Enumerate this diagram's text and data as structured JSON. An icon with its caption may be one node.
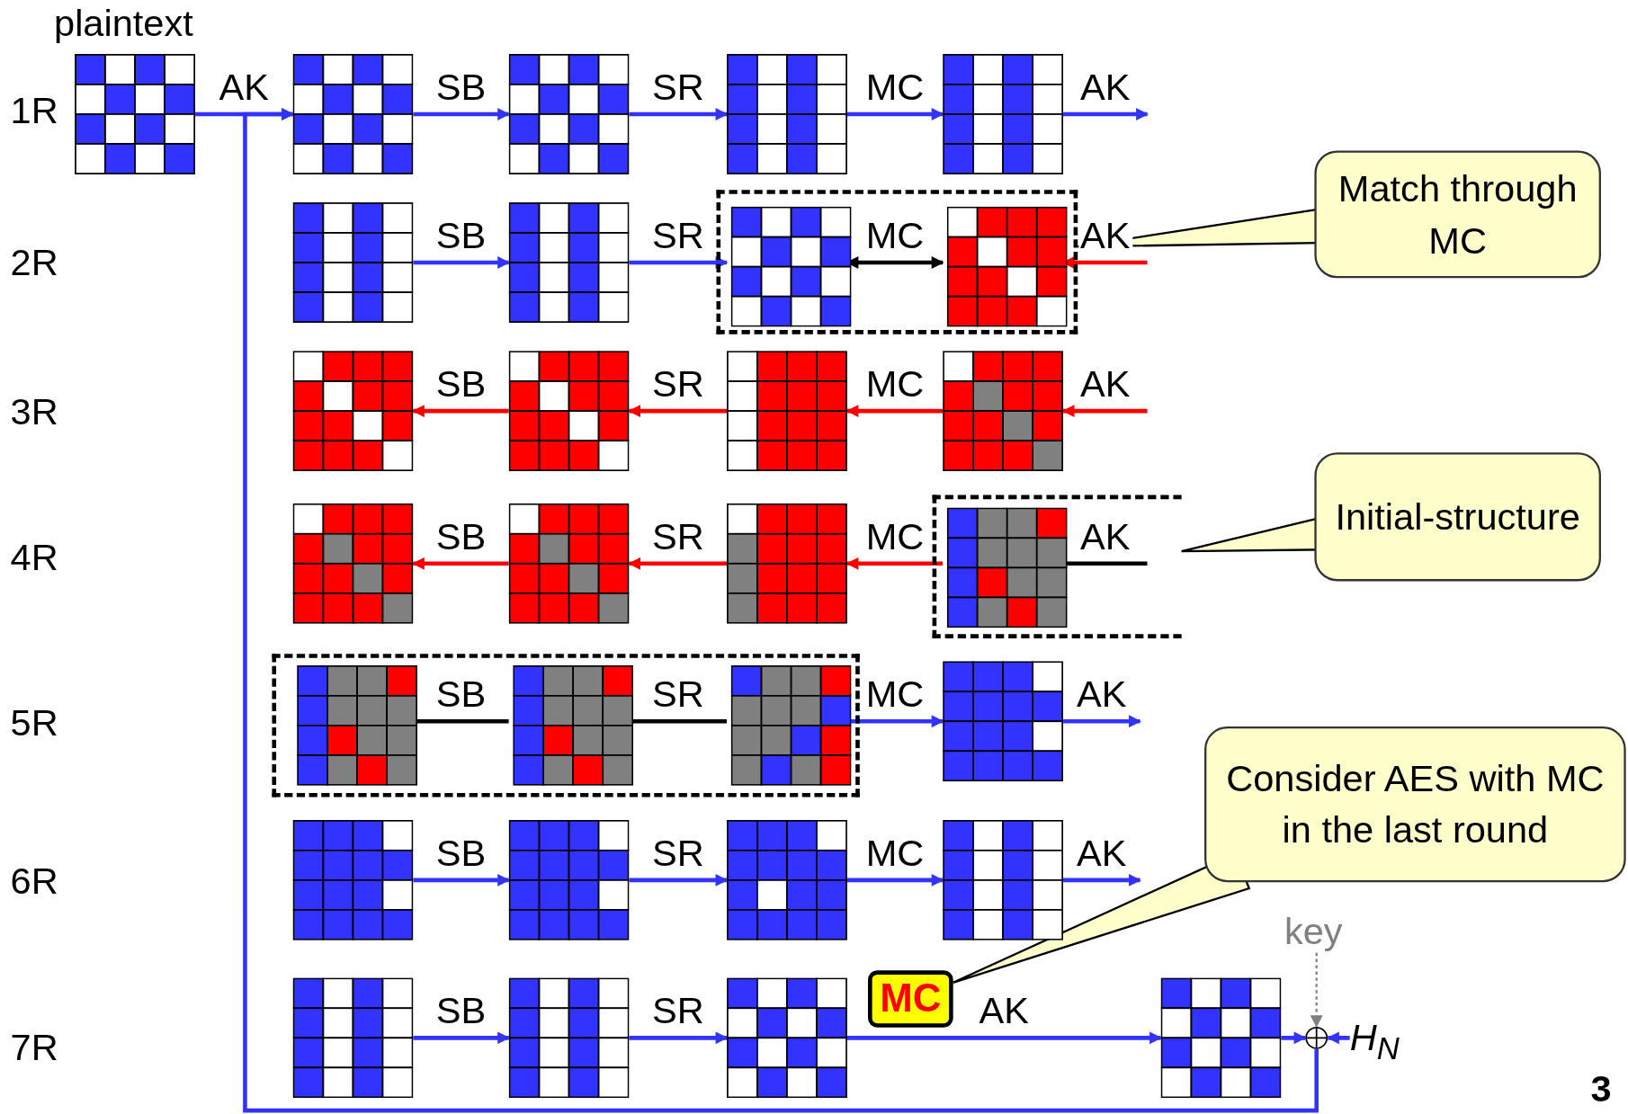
{
  "diagram": {
    "nodes": [
      {
        "text": [],
        "shape": "box",
        "beside": [
          "plaintext"
        ]
      },
      {
        "text": [],
        "shape": "box"
      },
      {
        "text": [],
        "shape": "box"
      },
      {
        "text": [],
        "shape": "box"
      },
      {
        "text": [],
        "shape": "box"
      },
      {
        "text": [],
        "shape": "box"
      },
      {
        "text": [],
        "shape": "box"
      },
      {
        "text": [],
        "shape": "box"
      },
      {
        "text": [],
        "shape": "box",
        "in": 7
      },
      {
        "text": [],
        "shape": "box",
        "in": 7
      },
      {
        "text": [
          "Match through MC"
        ]
      },
      {
        "text": [],
        "shape": "box"
      },
      {
        "text": [],
        "shape": "box"
      },
      {
        "text": [],
        "shape": "box"
      },
      {
        "text": [],
        "shape": "box"
      },
      {
        "text": [],
        "shape": "box"
      },
      {
        "text": [],
        "shape": "box"
      },
      {
        "text": [],
        "shape": "box"
      },
      {
        "text": [],
        "shape": "box"
      },
      {
        "text": [],
        "shape": "box",
        "in": 18
      },
      {
        "text": [
          "Initial-structure"
        ]
      },
      {
        "text": [],
        "shape": "box"
      },
      {
        "text": [],
        "shape": "box",
        "in": 21
      },
      {
        "text": [],
        "shape": "box",
        "in": 21
      },
      {
        "text": [],
        "shape": "box",
        "in": 21
      },
      {
        "text": [],
        "shape": "box"
      },
      {
        "text": [
          "Consider AES with MC in the last round"
        ]
      },
      {
        "text": [],
        "shape": "box"
      },
      {
        "text": [],
        "shape": "box"
      },
      {
        "text": [],
        "shape": "box"
      },
      {
        "text": [],
        "shape": "box"
      },
      {
        "text": [],
        "shape": "box"
      },
      {
        "text": [],
        "shape": "box"
      },
      {
        "text": [],
        "shape": "box"
      },
      {
        "text": [
          "MC"
        ]
      },
      {
        "text": [
          "key"
        ]
      },
      {
        "text": [],
        "shape": "box"
      },
      {
        "text": [],
        "shape": "circle"
      },
      {
        "text": [
          "H$_{N}$"
        ]
      }
    ],
    "edges": [
      {
        "from": 0,
        "to": 1,
        "arrow": "to",
        "label": "AK"
      },
      {
        "from": 1,
        "to": 2,
        "arrow": "to",
        "label": "SB"
      },
      {
        "from": 2,
        "to": 3,
        "arrow": "to",
        "label": "SR"
      },
      {
        "from": 3,
        "to": 4,
        "arrow": "to",
        "label": "MC"
      },
      {
        "from": 4,
        "to": null,
        "arrow": "to",
        "label": "AK"
      },
      {
        "from": 5,
        "to": 6,
        "arrow": "to",
        "label": "SB"
      },
      {
        "from": 6,
        "to": 8,
        "arrow": "to",
        "label": "SR"
      },
      {
        "from": 8,
        "to": 9,
        "arrow": "both",
        "label": "MC",
        "color": "#000000"
      },
      {
        "from": null,
        "to": 9,
        "arrow": "to",
        "label": "AK",
        "color": "#ff0000"
      },
      {
        "from": 10,
        "to": 7,
        "arrow": "none",
        "color": "#000000"
      },
      {
        "from": null,
        "to": 14,
        "arrow": "to",
        "label": "AK",
        "color": "#ff0000"
      },
      {
        "from": 14,
        "to": 13,
        "arrow": "to",
        "label": "MC",
        "color": "#ff0000"
      },
      {
        "from": 13,
        "to": 12,
        "arrow": "to",
        "label": "SR",
        "color": "#ff0000"
      },
      {
        "from": 12,
        "to": 11,
        "arrow": "to",
        "label": "SB",
        "color": "#ff0000"
      },
      {
        "from": 19,
        "to": null,
        "arrow": "none",
        "label": "AK",
        "color": "#000000"
      },
      {
        "from": 19,
        "to": 17,
        "arrow": "to",
        "label": "MC",
        "color": "#ff0000"
      },
      {
        "from": 17,
        "to": 16,
        "arrow": "to",
        "label": "SR",
        "color": "#ff0000"
      },
      {
        "from": 16,
        "to": 15,
        "arrow": "to",
        "label": "SB",
        "color": "#ff0000"
      },
      {
        "from": 20,
        "to": 18,
        "arrow": "none",
        "color": "#000000"
      },
      {
        "from": 22,
        "to": 23,
        "arrow": "none",
        "label": "SB",
        "color": "#000000"
      },
      {
        "from": 23,
        "to": 24,
        "arrow": "none",
        "label": "SR",
        "color": "#000000"
      },
      {
        "from": 24,
        "to": 25,
        "arrow": "to",
        "label": "MC"
      },
      {
        "from": 25,
        "to": null,
        "arrow": "to",
        "label": "AK"
      },
      {
        "from": 26,
        "to": 34,
        "arrow": "none",
        "color": "#000000"
      },
      {
        "from": 27,
        "to": 28,
        "arrow": "to",
        "label": "SB"
      },
      {
        "from": 28,
        "to": 29,
        "arrow": "to",
        "label": "SR"
      },
      {
        "from": 29,
        "to": 30,
        "arrow": "to",
        "label": "MC"
      },
      {
        "from": 30,
        "to": null,
        "arrow": "to",
        "label": "AK"
      },
      {
        "from": 31,
        "to": 32,
        "arrow": "to",
        "label": "SB"
      },
      {
        "from": 32,
        "to": 33,
        "arrow": "to",
        "label": "SR"
      },
      {
        "from": 33,
        "to": 36,
        "arrow": "to",
        "label": "AK"
      },
      {
        "from": 36,
        "to": 37,
        "arrow": "to"
      },
      {
        "from": 35,
        "to": 37,
        "arrow": "to",
        "style": "dashed",
        "color": "#808080"
      },
      {
        "from": 38,
        "to": 37,
        "arrow": "to"
      },
      {
        "from": 37,
        "to": 1,
        "arrow": "to"
      }
    ],
    "labels": [
      "1R",
      "2R",
      "3R",
      "4R",
      "5R",
      "6R",
      "7R",
      "3"
    ]
  }
}
